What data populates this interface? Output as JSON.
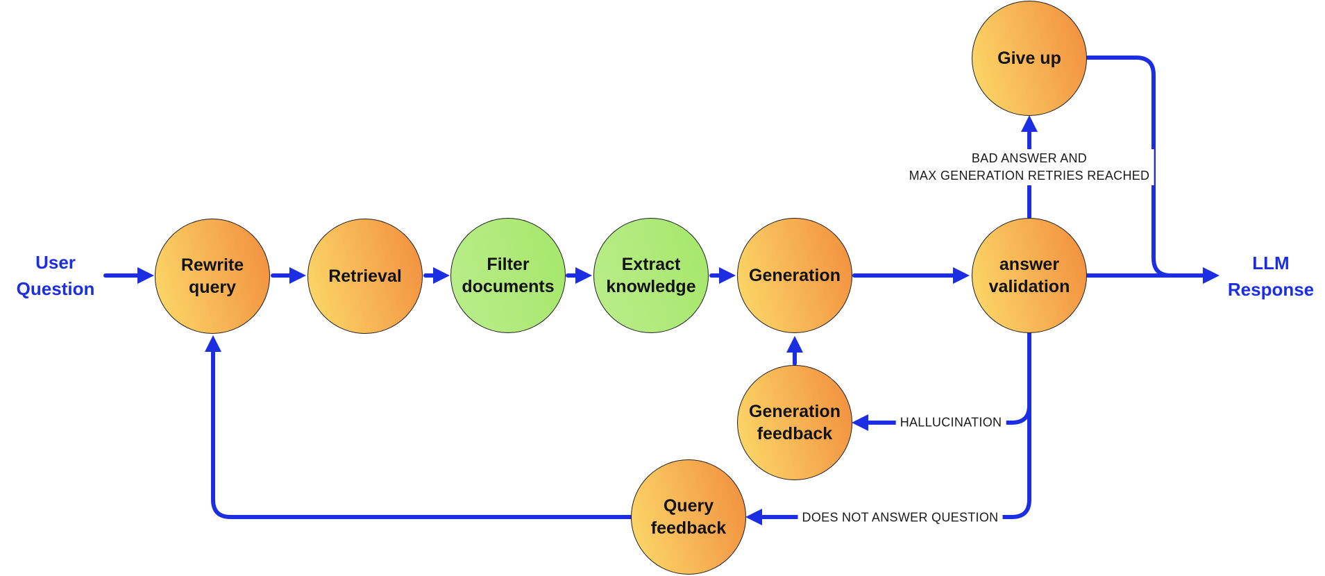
{
  "diagram": {
    "endpoints": {
      "input": "User\nQuestion",
      "output": "LLM\nResponse"
    },
    "nodes": {
      "rewrite_query": "Rewrite\nquery",
      "retrieval": "Retrieval",
      "filter_documents": "Filter\ndocuments",
      "extract_knowledge": "Extract\nknowledge",
      "generation": "Generation",
      "answer_validation": "answer\nvalidation",
      "give_up": "Give up",
      "generation_feedback": "Generation\nfeedback",
      "query_feedback": "Query\nfeedback"
    },
    "edge_labels": {
      "bad_answer": "BAD ANSWER AND\nMAX GENERATION RETRIES REACHED",
      "hallucination": "HALLUCINATION",
      "does_not_answer": "DOES NOT ANSWER QUESTION"
    },
    "edges": [
      {
        "from": "User Question",
        "to": "Rewrite query",
        "label": ""
      },
      {
        "from": "Rewrite query",
        "to": "Retrieval",
        "label": ""
      },
      {
        "from": "Retrieval",
        "to": "Filter documents",
        "label": ""
      },
      {
        "from": "Filter documents",
        "to": "Extract knowledge",
        "label": ""
      },
      {
        "from": "Extract knowledge",
        "to": "Generation",
        "label": ""
      },
      {
        "from": "Generation",
        "to": "answer validation",
        "label": ""
      },
      {
        "from": "answer validation",
        "to": "LLM Response",
        "label": ""
      },
      {
        "from": "answer validation",
        "to": "Give up",
        "label": "BAD ANSWER AND\nMAX GENERATION RETRIES REACHED"
      },
      {
        "from": "Give up",
        "to": "LLM Response",
        "label": ""
      },
      {
        "from": "answer validation",
        "to": "Generation feedback",
        "label": "HALLUCINATION"
      },
      {
        "from": "Generation feedback",
        "to": "Generation",
        "label": ""
      },
      {
        "from": "answer validation",
        "to": "Query feedback",
        "label": "DOES NOT ANSWER QUESTION"
      },
      {
        "from": "Query feedback",
        "to": "Rewrite query",
        "label": ""
      }
    ],
    "colors": {
      "arrow_blue": "#1c2ee2",
      "endpoint_text_blue": "#1c2ee2",
      "node_border": "#1f1f1f",
      "node_text": "#111111",
      "edge_label_text": "#1a1a1a",
      "orange_gradient_light": "#fcd768",
      "orange_gradient_dark": "#f29140",
      "green_gradient_light": "#b9ed8a",
      "green_gradient_dark": "#a6e76c",
      "background": "#ffffff"
    }
  }
}
